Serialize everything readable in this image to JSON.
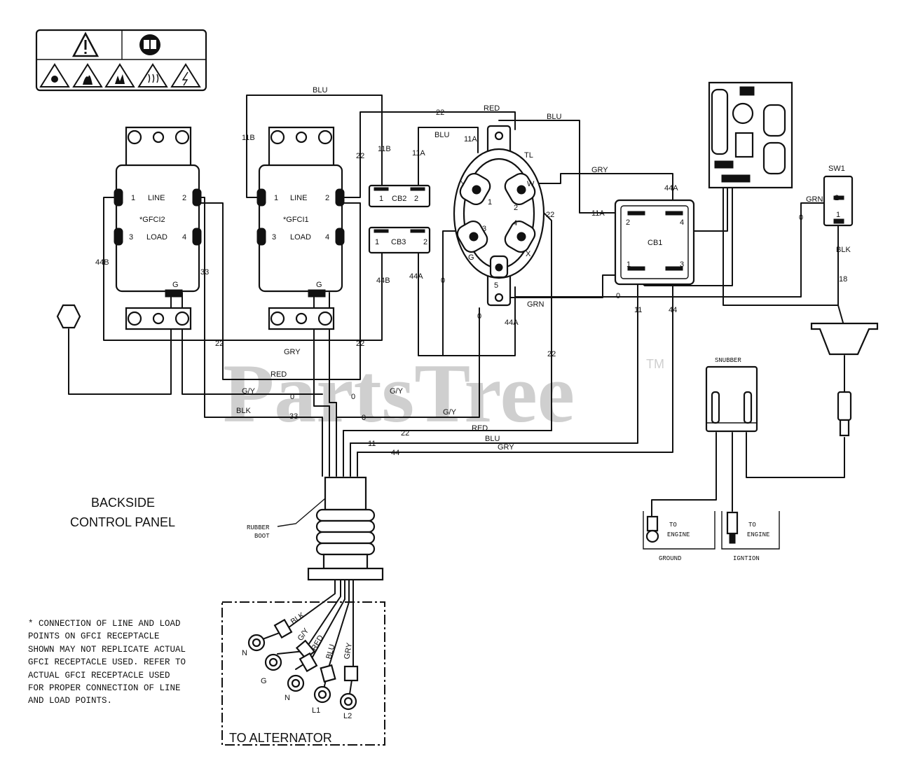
{
  "watermark": {
    "text": "PartsTree",
    "tm": "TM"
  },
  "panel_title": {
    "line1": "BACKSIDE",
    "line2": "CONTROL PANEL"
  },
  "footnote": "* CONNECTION OF LINE AND LOAD POINTS  ON GFCI RECEPTACLE SHOWN MAY NOT REPLICATE ACTUAL GFCI RECEPTACLE USED.  REFER TO ACTUAL GFCI RECEPTACLE USED FOR PROPER CONNECTION OF LINE AND LOAD POINTS.",
  "gfci2": {
    "name": "*GFCI2",
    "line": "LINE",
    "load": "LOAD",
    "t1": "1",
    "t2": "2",
    "t3": "3",
    "t4": "4",
    "g": "G"
  },
  "gfci1": {
    "name": "*GFCI1",
    "line": "LINE",
    "load": "LOAD",
    "t1": "1",
    "t2": "2",
    "t3": "3",
    "t4": "4",
    "g": "G"
  },
  "cb2": {
    "name": "CB2",
    "t1": "1",
    "t2": "2"
  },
  "cb3": {
    "name": "CB3",
    "t1": "1",
    "t2": "2"
  },
  "cb1": {
    "name": "CB1",
    "t1": "1",
    "t2": "2",
    "t3": "3",
    "t4": "4"
  },
  "twistlock": {
    "name": "TL",
    "y": "Y",
    "w": "W",
    "g": "G",
    "x": "X",
    "t1": "1",
    "t2": "2",
    "t3": "3",
    "t4": "4",
    "t5": "5"
  },
  "sw1": {
    "name": "SW1",
    "t1": "1",
    "t2": "2"
  },
  "snubber": {
    "name": "SNUBBER"
  },
  "boot": {
    "line1": "RUBBER",
    "line2": "BOOT"
  },
  "engine": {
    "to1": "TO",
    "to2": "ENGINE",
    "ground": "GROUND",
    "ignition": "IGNTION"
  },
  "alternator": {
    "title": "TO ALTERNATOR",
    "blk": "BLK",
    "gy": "G/Y",
    "red": "RED",
    "blu": "BLU",
    "gry": "GRY",
    "n1": "N",
    "g": "G",
    "n2": "N",
    "l1": "L1",
    "l2": "L2"
  },
  "wires": {
    "blu_top": "BLU",
    "w11b_a": "11B",
    "w11b_b": "11B",
    "w22_a": "22",
    "w22_top": "22",
    "red_top": "RED",
    "blu_cb2": "BLU",
    "w11a_top": "11A",
    "w11a_cb": "11A",
    "blu_right": "BLU",
    "gry_right": "GRY",
    "w44a_top": "44A",
    "w11a_cb1": "11A",
    "w22_tl": "22",
    "w44b": "44B",
    "w33": "33",
    "w44b_cb3": "44B",
    "w44a_cb3": "44A",
    "w0_cb3": "0",
    "w0_tl": "0",
    "w44a_tl": "44A",
    "grn_tl": "GRN",
    "w0_cb1": "0",
    "w11_cb1": "11",
    "w44_cb1": "44",
    "grn_sw": "GRN",
    "w0_sw": "0",
    "blk_sw": "BLK",
    "w18": "18",
    "w22_left": "22",
    "gry_bus": "GRY",
    "w22_mid": "22",
    "red_bus": "RED",
    "gy_bus1": "G/Y",
    "w0_bus1": "0",
    "w0_bus2": "0",
    "gy_bus2": "G/Y",
    "blk_bus": "BLK",
    "w33_bus": "33",
    "w0_bus3": "0",
    "gy_bus3": "G/Y",
    "w22_right": "22",
    "w22_bus": "22",
    "red_bus2": "RED",
    "w11_bus": "11",
    "blu_bus": "BLU",
    "w44_bus": "44",
    "gry_bus2": "GRY"
  }
}
